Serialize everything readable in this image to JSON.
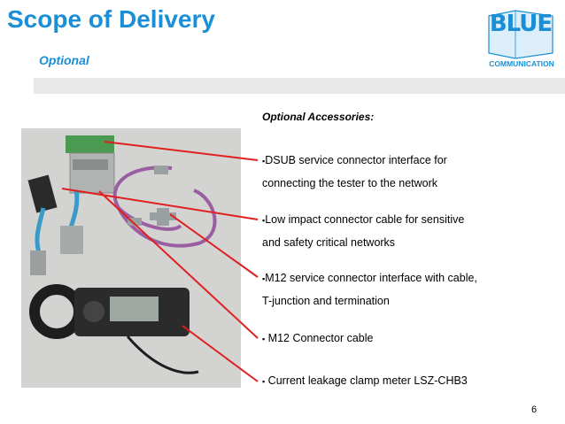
{
  "header": {
    "title": "Scope of Delivery",
    "subtitle": "Optional"
  },
  "logo": {
    "word": "BLUE",
    "tagline": "COMMUNICATION"
  },
  "content": {
    "heading": "Optional Accessories:",
    "items": [
      {
        "bullet": "▪",
        "line1": "DSUB service connector interface for",
        "line2": "connecting the tester to the network"
      },
      {
        "bullet": "▪",
        "line1": "Low impact connector cable for sensitive",
        "line2": "and safety critical networks"
      },
      {
        "bullet": "▪",
        "line1": "M12 service connector interface with cable,",
        "line2": "T-junction and termination"
      },
      {
        "bullet": "▪",
        "line1": " M12 Connector cable",
        "line2": ""
      },
      {
        "bullet": "▪",
        "line1": " Current leakage clamp meter LSZ-CHB3",
        "line2": ""
      }
    ]
  },
  "footer": {
    "page_number": "6"
  },
  "colors": {
    "brand": "#1a8fd6",
    "pointer": "#e02020"
  },
  "photo": {
    "description_icon": "product-photo"
  }
}
